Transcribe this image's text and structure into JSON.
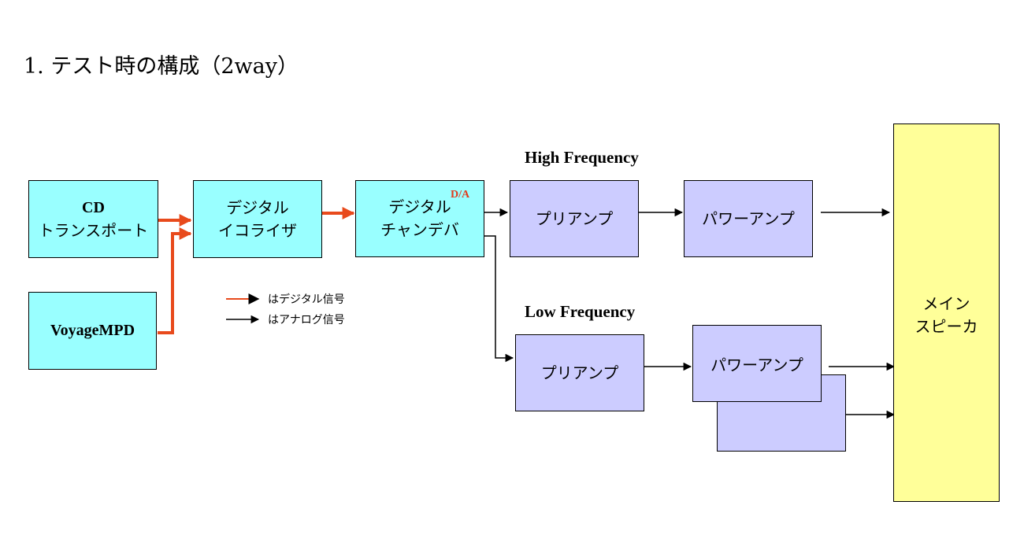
{
  "title": {
    "number": "1.",
    "text": "テスト時の構成",
    "suffix": "（2way）"
  },
  "blocks": {
    "cd_transport": [
      "CD",
      "トランスポート"
    ],
    "voyage_mpd": "VoyageMPD",
    "digital_eq": [
      "デジタル",
      "イコライザ"
    ],
    "digital_chandevi": [
      "デジタル",
      "チャンデバ"
    ],
    "da_badge": "D/A",
    "high_preamp": "プリアンプ",
    "high_poweramp": "パワーアンプ",
    "low_preamp": "プリアンプ",
    "low_poweramp": "パワーアンプ",
    "main_speaker": [
      "メイン",
      "スピーカ"
    ]
  },
  "labels": {
    "high_frequency": "High Frequency",
    "low_frequency": "Low Frequency"
  },
  "legend": {
    "digital": "はデジタル信号",
    "analog": "はアナログ信号"
  },
  "colors": {
    "digital_signal": "#e84a1c",
    "analog_signal": "#000000",
    "source_block": "#99ffff",
    "amp_block": "#ccccff",
    "speaker_block": "#ffff99"
  }
}
